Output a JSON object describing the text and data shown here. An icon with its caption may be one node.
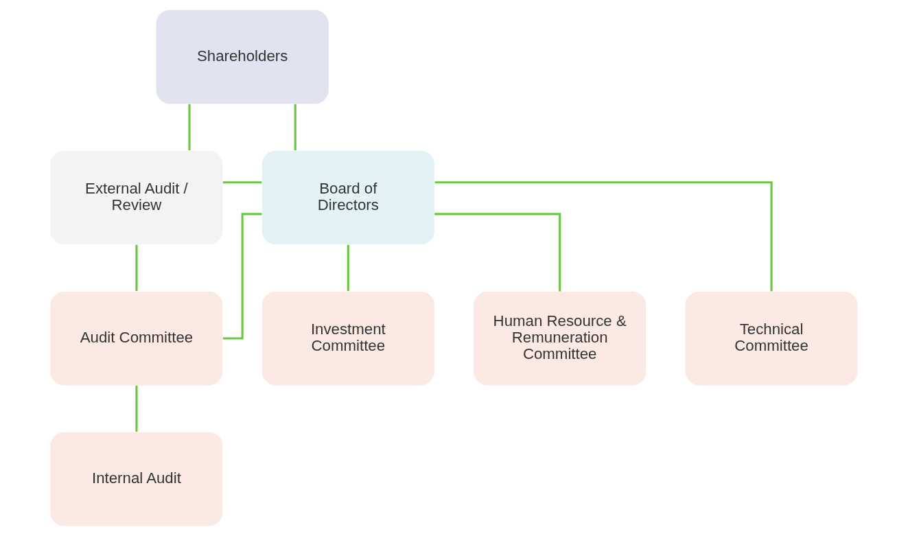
{
  "diagram": {
    "nodes": [
      {
        "text": [
          "Shareholders"
        ]
      },
      {
        "text": [
          "External Audit / Review"
        ]
      },
      {
        "text": [
          "Board of Directors"
        ]
      },
      {
        "text": [
          "Audit Committee"
        ]
      },
      {
        "text": [
          "Investment Committee"
        ]
      },
      {
        "text": [
          "Human Resource & Remuneration Committee"
        ]
      },
      {
        "text": [
          "Technical Committee"
        ]
      },
      {
        "text": [
          "Internal Audit"
        ]
      }
    ],
    "edges": [
      {
        "from": 0,
        "to": 1,
        "arrow": "none"
      },
      {
        "from": 0,
        "to": 2,
        "arrow": "none"
      },
      {
        "from": 1,
        "to": 2,
        "arrow": "none"
      },
      {
        "from": 2,
        "to": 3,
        "arrow": "none"
      },
      {
        "from": 2,
        "to": 4,
        "arrow": "none"
      },
      {
        "from": 2,
        "to": 5,
        "arrow": "none"
      },
      {
        "from": 2,
        "to": 6,
        "arrow": "none"
      },
      {
        "from": 1,
        "to": 3,
        "arrow": "none"
      },
      {
        "from": 3,
        "to": 7,
        "arrow": "none"
      }
    ]
  }
}
